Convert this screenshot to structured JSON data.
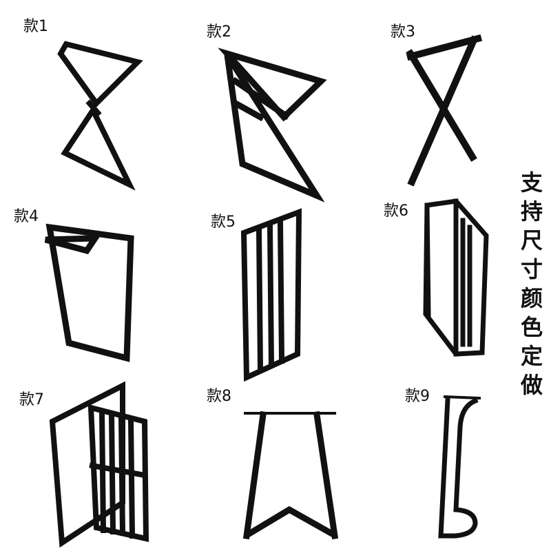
{
  "styles": [
    {
      "label": "款1",
      "icon": "hourglass-table-leg-icon"
    },
    {
      "label": "款2",
      "icon": "k-shape-table-leg-icon"
    },
    {
      "label": "款3",
      "icon": "x-shape-table-leg-icon"
    },
    {
      "label": "款4",
      "icon": "trapezoid-table-leg-icon"
    },
    {
      "label": "款5",
      "icon": "bar-grill-table-leg-icon"
    },
    {
      "label": "款6",
      "icon": "rectangle-grill-table-leg-icon"
    },
    {
      "label": "款7",
      "icon": "double-grill-table-leg-icon"
    },
    {
      "label": "款8",
      "icon": "v-notch-table-leg-icon"
    },
    {
      "label": "款9",
      "icon": "curved-pedestal-table-leg-icon"
    }
  ],
  "side_text": [
    "支",
    "持",
    "尺",
    "寸",
    "颜",
    "色",
    "定",
    "做"
  ],
  "colors": {
    "metal": "#111111",
    "background": "#ffffff"
  }
}
